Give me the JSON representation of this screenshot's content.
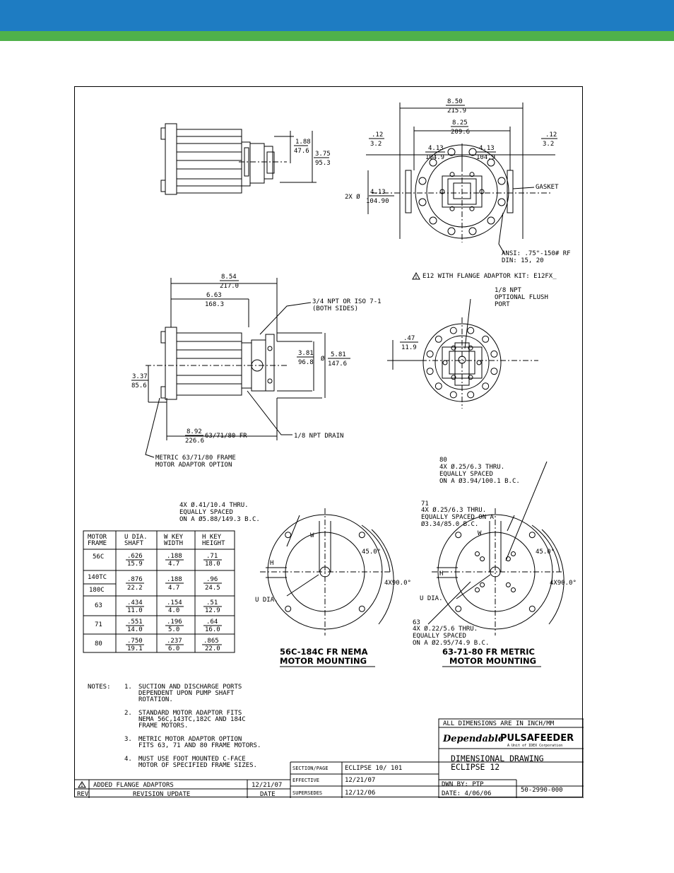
{
  "colors": {
    "header_blue": "#1e7cc2",
    "header_green": "#4fb14a"
  },
  "top_view": {
    "dim_h_in": "1.88",
    "dim_h_mm": "47.6",
    "dim_total_in": "3.75",
    "dim_total_mm": "95.3"
  },
  "front_view": {
    "w_outer_in": "8.50",
    "w_outer_mm": "215.9",
    "w_inner_in": "8.25",
    "w_inner_mm": "209.6",
    "left_off_in": ".12",
    "left_off_mm": "3.2",
    "right_off_in": ".12",
    "right_off_mm": "3.2",
    "half_l_in": "4.13",
    "half_l_mm": "104.9",
    "half_r_in": "4.13",
    "half_r_mm": "104.9",
    "twox_prefix": "2X Ø",
    "twox_in": "4.13",
    "twox_mm": "104.90",
    "gasket": "GASKET",
    "ansi_line1": "ANSI: .75\"-150# RF",
    "ansi_line2": "DIN: 15, 20",
    "kit_note": "E12 WITH FLANGE ADAPTOR KIT: E12FX_",
    "rev_marker": "1"
  },
  "side_view": {
    "w_total_in": "8.54",
    "w_total_mm": "217.0",
    "w_part_in": "6.63",
    "w_part_mm": "168.3",
    "npt_line1": "3/4 NPT OR ISO 7-1",
    "npt_line2": "(BOTH SIDES)",
    "h_in": "3.81",
    "h_mm": "96.8",
    "d_prefix": "Ø",
    "d_in": "5.81",
    "d_mm": "147.6",
    "left_in": "3.37",
    "left_mm": "85.6",
    "bottom_in": "8.92",
    "bottom_mm": "226.6",
    "fr_label": "63/71/80 FR",
    "drain": "1/8 NPT DRAIN",
    "metric_line1": "METRIC 63/71/80 FRAME",
    "metric_line2": "MOTOR ADAPTOR OPTION"
  },
  "end_view": {
    "flush_line1": "1/8 NPT",
    "flush_line2": "OPTIONAL FLUSH",
    "flush_line3": "PORT",
    "off_in": ".47",
    "off_mm": "11.9"
  },
  "nema_mount": {
    "holes_line1": "4X Ø.41/10.4 THRU.",
    "holes_line2": "EQUALLY SPACED",
    "holes_line3": "ON A Ø5.88/149.3 B.C.",
    "w": "W",
    "h": "H",
    "u": "U DIA.",
    "angle1": "45.0°",
    "angle2": "4X90.0°",
    "caption1": "56C-184C FR NEMA",
    "caption2": "MOTOR MOUNTING"
  },
  "metric_mount": {
    "n80": "80",
    "n80_line1": "4X Ø.25/6.3 THRU.",
    "n80_line2": "EQUALLY SPACED",
    "n80_line3": "ON A Ø3.94/100.1 B.C.",
    "n71": "71",
    "n71_line1": "4X Ø.25/6.3 THRU.",
    "n71_line2": "EQUALLY SPACED ON A",
    "n71_line3": "Ø3.34/85.0 B.C.",
    "n63": "63",
    "n63_line1": "4X Ø.22/5.6 THRU.",
    "n63_line2": "EQUALLY SPACED",
    "n63_line3": "ON A Ø2.95/74.9 B.C.",
    "w": "W",
    "h": "H",
    "u": "U DIA.",
    "angle1": "45.0°",
    "angle2": "4X90.0°",
    "caption1": "63-71-80 FR METRIC",
    "caption2": "MOTOR MOUNTING"
  },
  "motor_table": {
    "headers": [
      [
        "MOTOR",
        "FRAME"
      ],
      [
        "U DIA.",
        "SHAFT"
      ],
      [
        "W KEY",
        "WIDTH"
      ],
      [
        "H KEY",
        "HEIGHT"
      ]
    ],
    "rows": [
      {
        "frame": "56C",
        "u1": ".626",
        "u2": "15.9",
        "w1": ".188",
        "w2": "4.7",
        "h1": ".71",
        "h2": "18.0"
      },
      {
        "frame": "140TC",
        "frame2": "180C",
        "u1": ".876",
        "u2": "22.2",
        "w1": ".188",
        "w2": "4.7",
        "h1": ".96",
        "h2": "24.5"
      },
      {
        "frame": "63",
        "u1": ".434",
        "u2": "11.0",
        "w1": ".154",
        "w2": "4.0",
        "h1": ".51",
        "h2": "12.9"
      },
      {
        "frame": "71",
        "u1": ".551",
        "u2": "14.0",
        "w1": ".196",
        "w2": "5.0",
        "h1": ".64",
        "h2": "16.0"
      },
      {
        "frame": "80",
        "u1": ".750",
        "u2": "19.1",
        "w1": ".237",
        "w2": "6.0",
        "h1": ".865",
        "h2": "22.0"
      }
    ]
  },
  "notes": {
    "label": "NOTES:",
    "items": [
      {
        "n": "1.",
        "lines": [
          "SUCTION AND DISCHARGE PORTS",
          "DEPENDENT UPON PUMP SHAFT",
          "ROTATION."
        ]
      },
      {
        "n": "2.",
        "lines": [
          "STANDARD MOTOR ADAPTOR FITS",
          "NEMA 56C,143TC,182C AND 184C",
          "FRAME MOTORS."
        ]
      },
      {
        "n": "3.",
        "lines": [
          "METRIC MOTOR ADAPTOR OPTION",
          "FITS 63, 71 AND 80 FRAME MOTORS."
        ]
      },
      {
        "n": "4.",
        "lines": [
          "MUST USE FOOT MOUNTED C-FACE",
          "MOTOR OF SPECIFIED FRAME SIZES."
        ]
      }
    ]
  },
  "title_block": {
    "units": "ALL DIMENSIONS ARE IN INCH/MM",
    "logo1": "Dependable",
    "logo2": "PULSAFEEDER",
    "logo_sub": "A Unit of IDEX Corporation",
    "title1": "DIMENSIONAL DRAWING",
    "title2": "ECLIPSE 12",
    "section_label": "SECTION/PAGE",
    "section_value": "ECLIPSE 10/ 101",
    "effective_label": "EFFECTIVE",
    "effective_value": "12/21/07",
    "supersedes_label": "SUPERSEDES",
    "supersedes_value": "12/12/06",
    "dwn": "DWN BY: PTP",
    "date": "DATE: 4/06/06",
    "number": "50-2990-000"
  },
  "revision": {
    "marker": "1",
    "text": "ADDED FLANGE ADAPTORS",
    "date": "12/21/07",
    "h_rev": "REV",
    "h_update": "REVISION UPDATE",
    "h_date": "DATE"
  }
}
